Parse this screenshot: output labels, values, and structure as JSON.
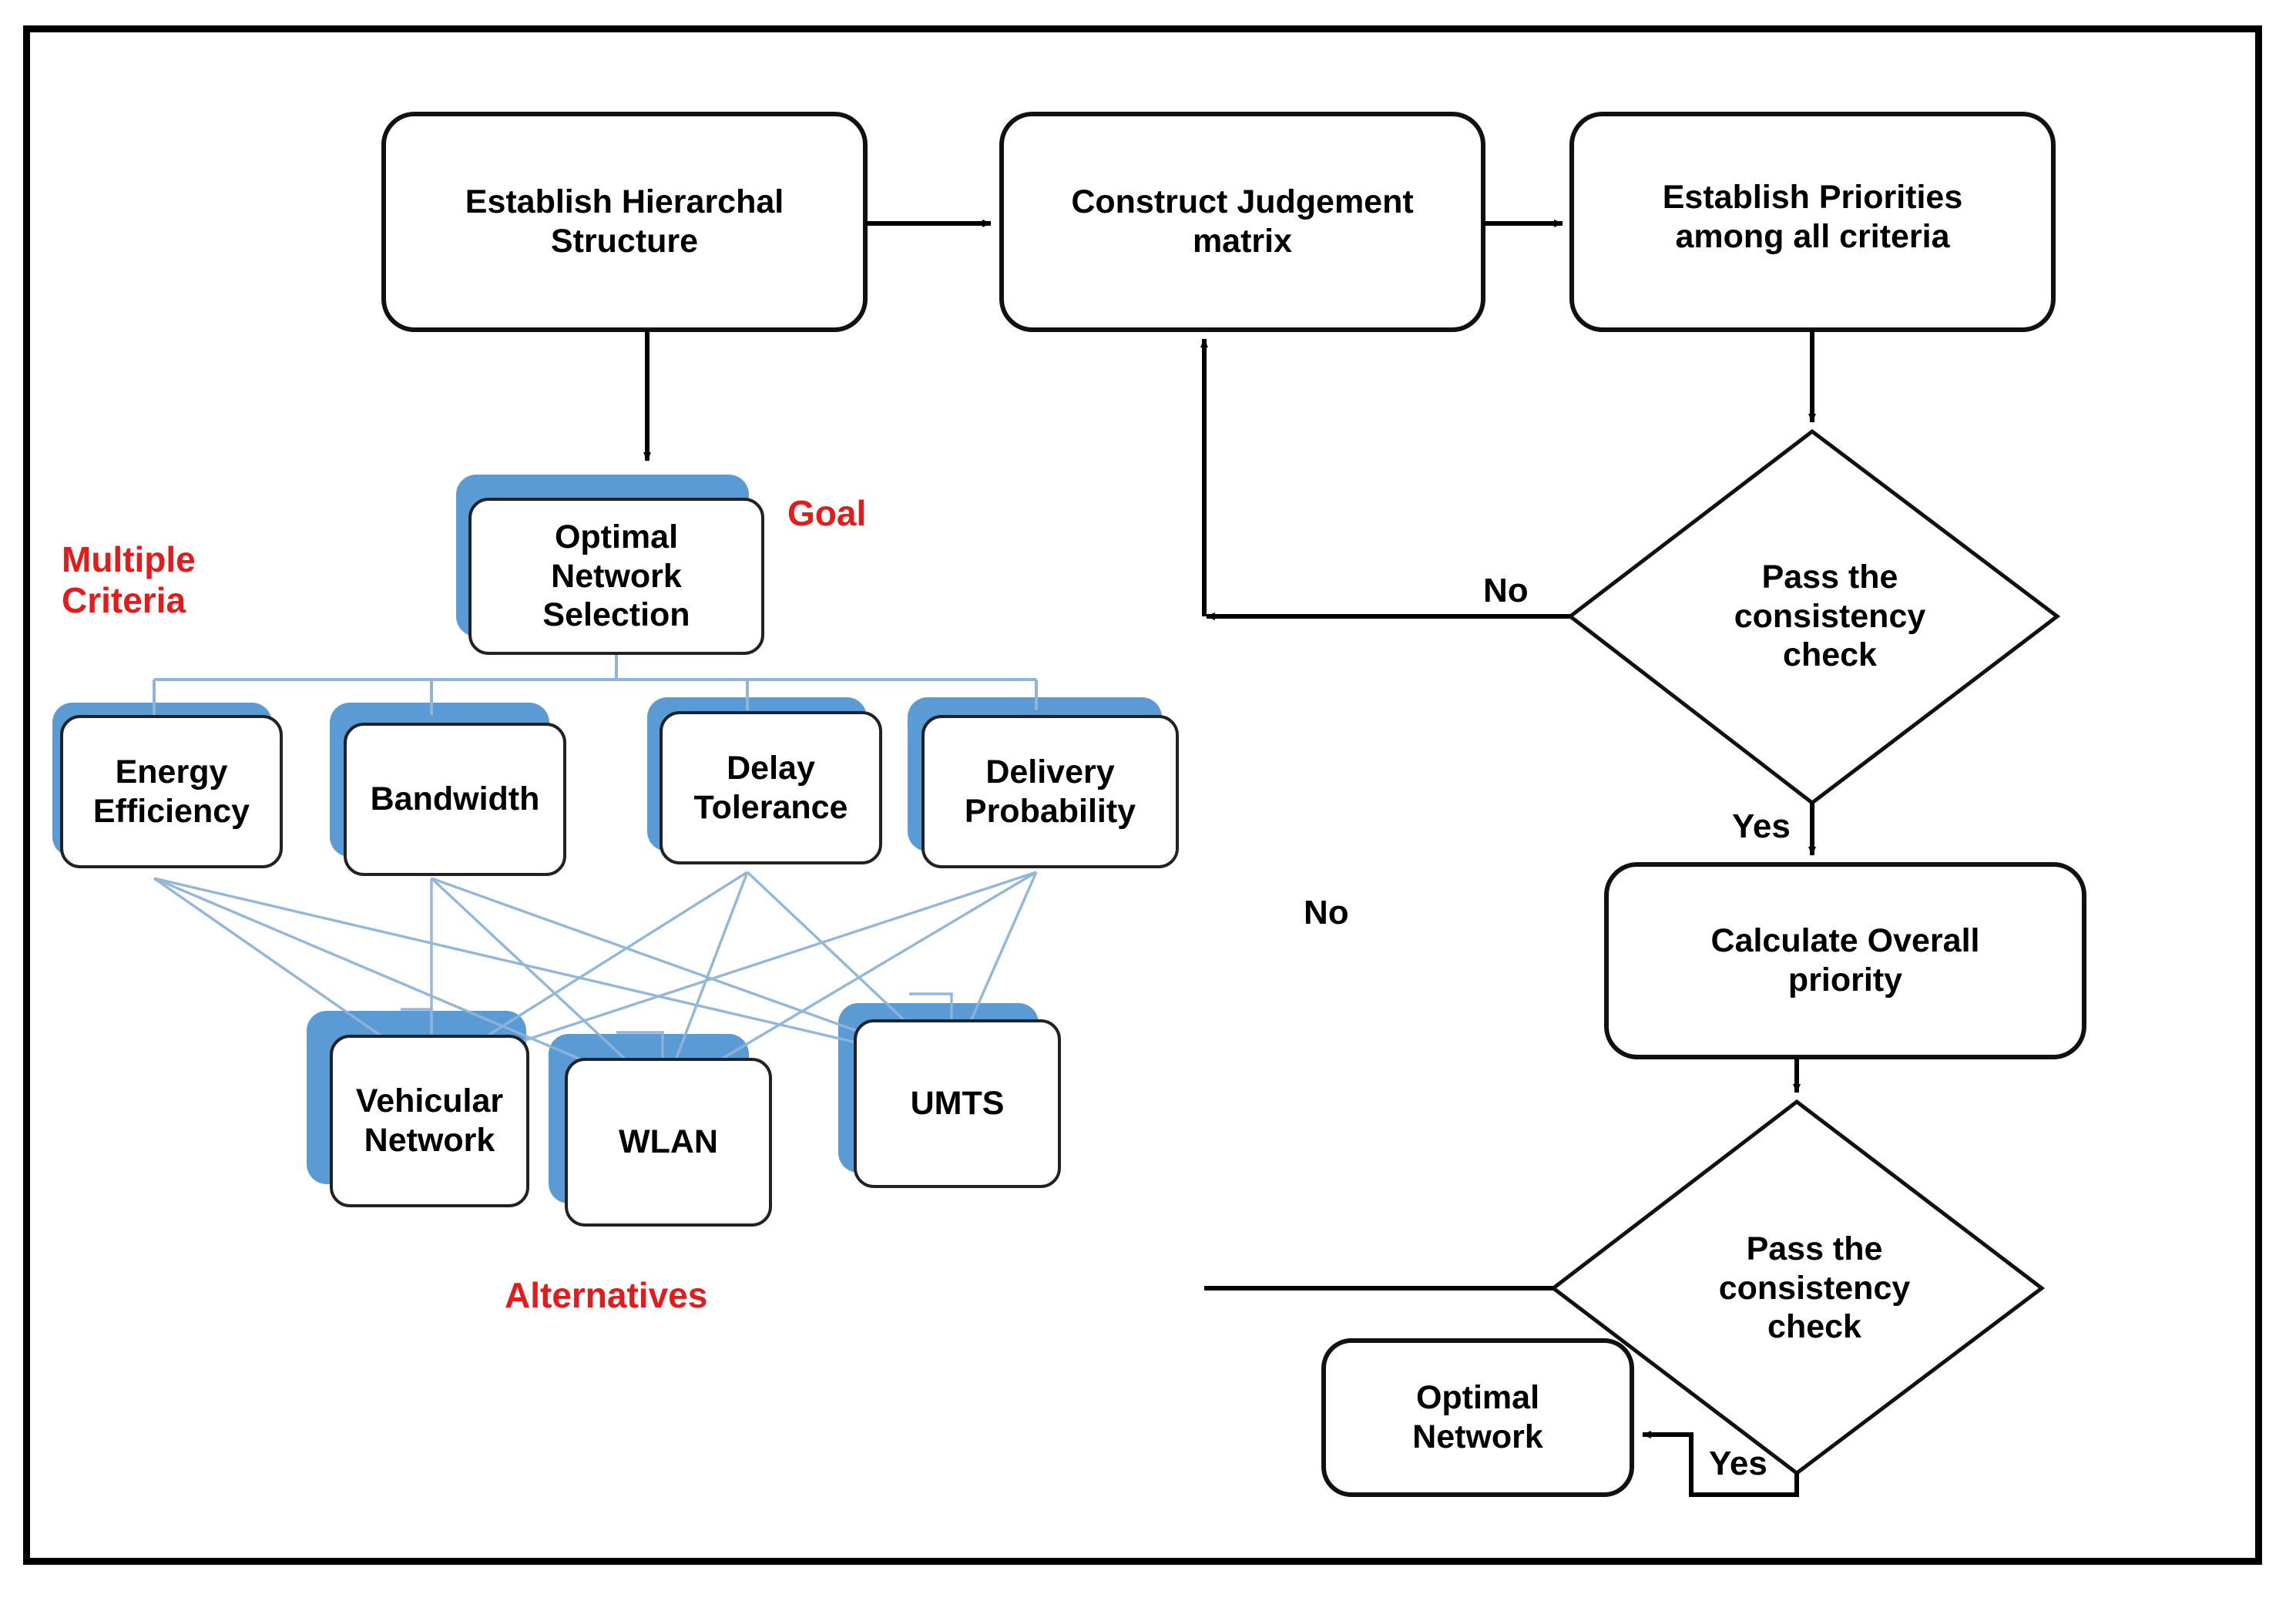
{
  "diagram": {
    "title_annotations": {
      "goal": "Goal",
      "multiple_criteria": "Multiple\nCriteria",
      "alternatives": "Alternatives"
    },
    "flow_nodes": [
      {
        "id": "establish-hierarchal-structure",
        "label": "Establish Hierarchal\nStructure",
        "shape": "rounded-rect"
      },
      {
        "id": "construct-judgement-matrix",
        "label": "Construct Judgement\nmatrix",
        "shape": "rounded-rect"
      },
      {
        "id": "establish-priorities",
        "label": "Establish Priorities\namong all criteria",
        "shape": "rounded-rect"
      },
      {
        "id": "consistency-check-1",
        "label": "Pass the\nconsistency\ncheck",
        "shape": "diamond"
      },
      {
        "id": "calculate-overall-priority",
        "label": "Calculate Overall\npriority",
        "shape": "rounded-rect"
      },
      {
        "id": "consistency-check-2",
        "label": "Pass the\nconsistency\ncheck",
        "shape": "diamond"
      },
      {
        "id": "optimal-network",
        "label": "Optimal\nNetwork",
        "shape": "rounded-rect"
      }
    ],
    "edge_labels": {
      "no_1": "No",
      "no_2": "No",
      "yes_1": "Yes",
      "yes_2": "Yes"
    },
    "hierarchy": {
      "goal_node": {
        "id": "optimal-network-selection",
        "label": "Optimal\nNetwork\nSelection"
      },
      "criteria": [
        {
          "id": "energy-efficiency",
          "label": "Energy\nEfficiency"
        },
        {
          "id": "bandwidth",
          "label": "Bandwidth"
        },
        {
          "id": "delay-tolerance",
          "label": "Delay\nTolerance"
        },
        {
          "id": "delivery-probability",
          "label": "Delivery\nProbability"
        }
      ],
      "alternatives": [
        {
          "id": "vehicular-network",
          "label": "Vehicular\nNetwork"
        },
        {
          "id": "wlan",
          "label": "WLAN"
        },
        {
          "id": "umts",
          "label": "UMTS"
        }
      ]
    },
    "colors": {
      "accent_blue": "#5B9BD5",
      "annotation_red": "#E31B1B",
      "line_black": "#000000",
      "link_blue": "#8EB4DA",
      "border_black": "#000000"
    }
  }
}
